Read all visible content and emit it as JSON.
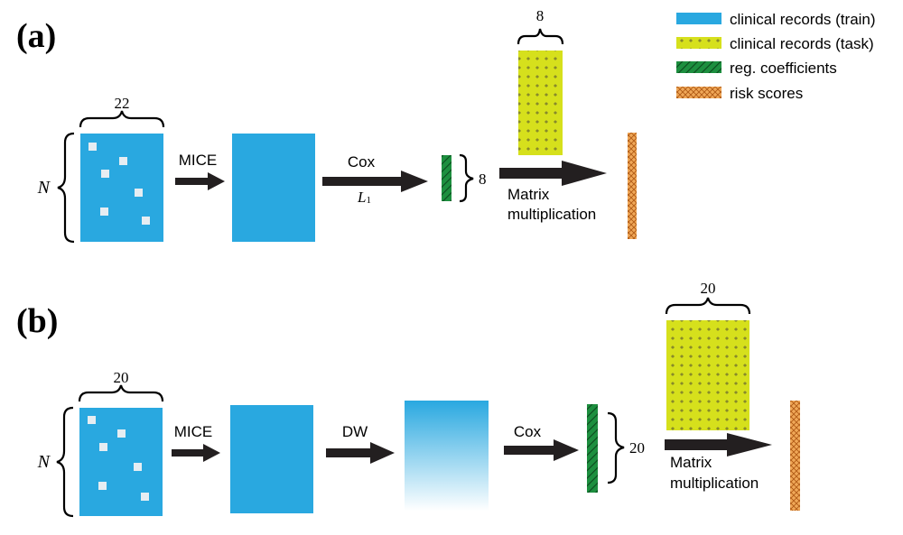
{
  "legend": [
    {
      "label": "clinical records (train)",
      "fill": "#29a8e0"
    },
    {
      "label": "clinical records (task)",
      "fill": "#d6e01c"
    },
    {
      "label": "reg. coefficients",
      "fill": "#1d8f3f"
    },
    {
      "label": "risk scores",
      "fill": "#f0a858"
    }
  ],
  "panel_a": {
    "label": "(a)",
    "n_label": "N",
    "feature_count": "22",
    "mice_label": "MICE",
    "cox_label": "Cox",
    "l1_label": "L",
    "l1_sub": "1",
    "coef_count": "8",
    "task_count": "8",
    "matmul_line1": "Matrix",
    "matmul_line2": "multiplication"
  },
  "panel_b": {
    "label": "(b)",
    "n_label": "N",
    "feature_count": "20",
    "mice_label": "MICE",
    "dw_label": "DW",
    "cox_label": "Cox",
    "coef_count": "20",
    "task_count": "20",
    "matmul_line1": "Matrix",
    "matmul_line2": "multiplication"
  },
  "colors": {
    "train_blue": "#29a8e0",
    "task_yellow": "#d6e01c",
    "coef_green": "#1d8f3f",
    "risk_orange": "#f0a858",
    "arrow": "#231f20"
  }
}
